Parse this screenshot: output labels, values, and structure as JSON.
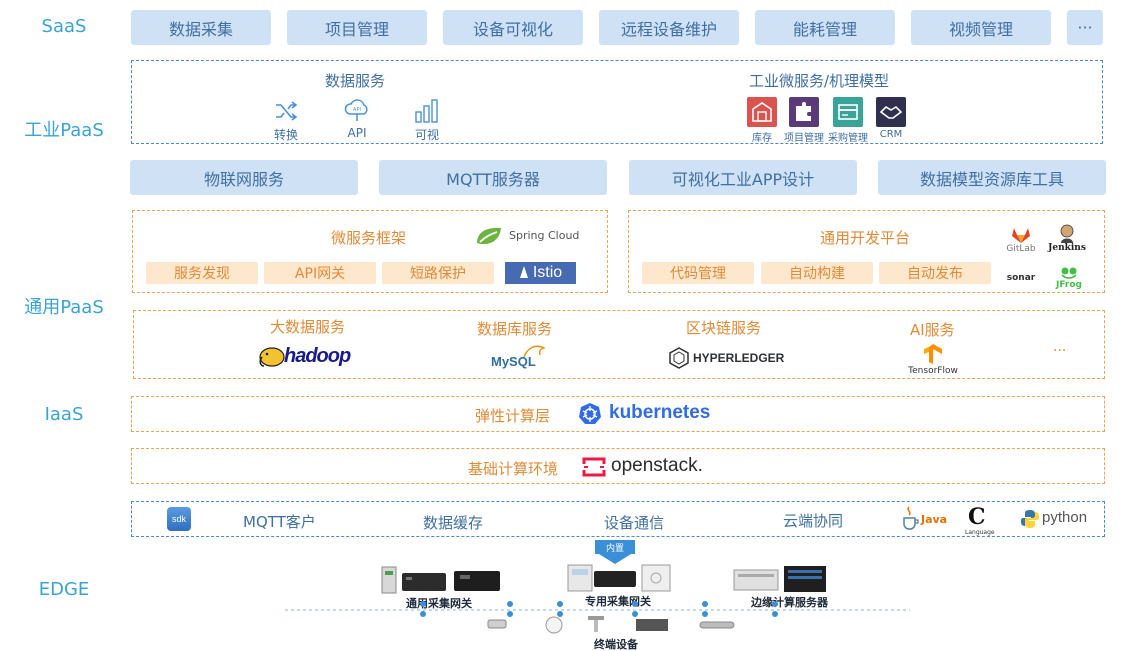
{
  "layers": {
    "saas": "SaaS",
    "industrial_paas": "工业PaaS",
    "general_paas": "通用PaaS",
    "iaas": "IaaS",
    "edge": "EDGE"
  },
  "saas_modules": [
    "数据采集",
    "项目管理",
    "设备可视化",
    "远程设备维护",
    "能耗管理",
    "视频管理",
    "···"
  ],
  "data_service": {
    "title": "数据服务",
    "items": [
      "转换",
      "API",
      "可视"
    ],
    "api_icon_text": "API"
  },
  "micro_service": {
    "title": "工业微服务/机理模型",
    "items": [
      "库存",
      "项目管理",
      "采购管理",
      "CRM"
    ]
  },
  "middle_band": [
    "物联网服务",
    "MQTT服务器",
    "可视化工业APP设计",
    "数据模型资源库工具"
  ],
  "framework": {
    "title": "微服务框架",
    "logo": "Spring Cloud",
    "chips": [
      "服务发现",
      "API网关",
      "短路保护"
    ],
    "istio": "Istio"
  },
  "dev_platform": {
    "title": "通用开发平台",
    "chips": [
      "代码管理",
      "自动构建",
      "自动发布"
    ],
    "tools": [
      "GitLab",
      "Jenkins",
      "sonar",
      "JFrog"
    ]
  },
  "big_services": {
    "items": [
      "大数据服务",
      "数据库服务",
      "区块链服务",
      "AI服务"
    ],
    "logos": [
      "hadoop",
      "MySQL",
      "HYPERLEDGER",
      "TensorFlow"
    ],
    "more": "···"
  },
  "elastic": {
    "title": "弹性计算层",
    "logo": "kubernetes"
  },
  "basic": {
    "title": "基础计算环境",
    "logo": "openstack."
  },
  "edge_row": {
    "sdk": "sdk",
    "items": [
      "MQTT客户",
      "数据缓存",
      "设备通信",
      "云端协同"
    ],
    "langs": [
      "Java",
      "C",
      "Language",
      "python"
    ]
  },
  "edge_devices": {
    "badge": "内置",
    "groups": [
      "通用采集网关",
      "专用采集网关",
      "边缘计算服务器"
    ],
    "terminal": "终端设备"
  },
  "colors": {
    "accent": "#3aa3d6",
    "blue_fill": "#cfe2f5",
    "orange": "#e28a36",
    "orange_fill": "#fde7cd"
  }
}
